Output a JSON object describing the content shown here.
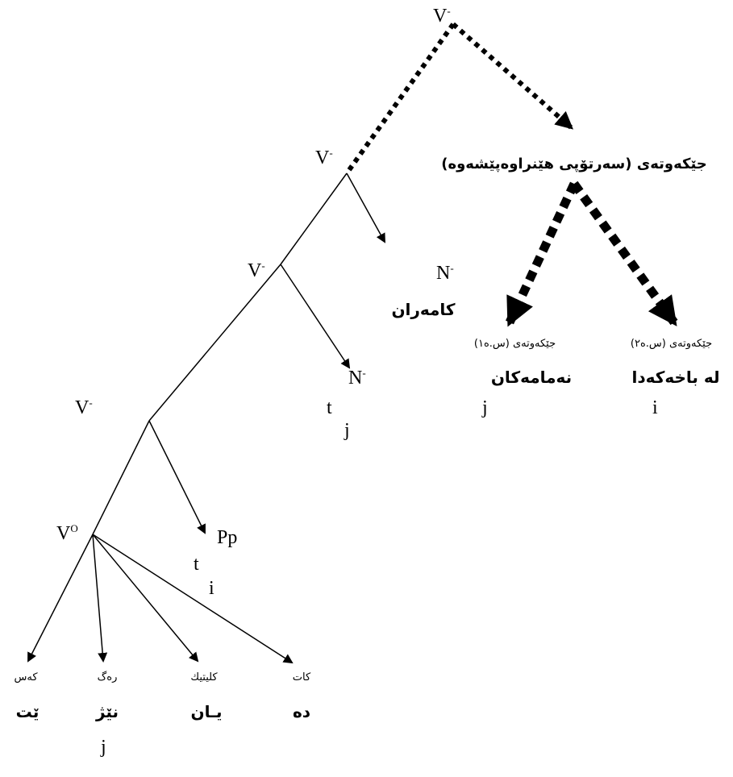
{
  "nodes": {
    "v_bar": "V",
    "minus": "-",
    "n_bar": "N",
    "v_zero": "V",
    "zero_sup": "O",
    "pp": "Pp",
    "t": "t",
    "i": "i",
    "j": "j"
  },
  "kurdish": {
    "fronted": "جێکەوتەی (سەرتۆپی هێنراوەپێشەوە)",
    "kamaran": "کامەران",
    "object_type": "جێکەوتەی (س.ه۱)",
    "place_type": "جێکەوتەی (س.ه۲)",
    "namakan": "نەمامەکان",
    "bakhakada": "لە باخەکەدا",
    "kas": "کەس",
    "rag": "رەگ",
    "kitik": "کلیتیك",
    "kat": "کات",
    "yt": "ێت",
    "nezh": "نێژ",
    "yan": "یـان",
    "da": "دە"
  }
}
